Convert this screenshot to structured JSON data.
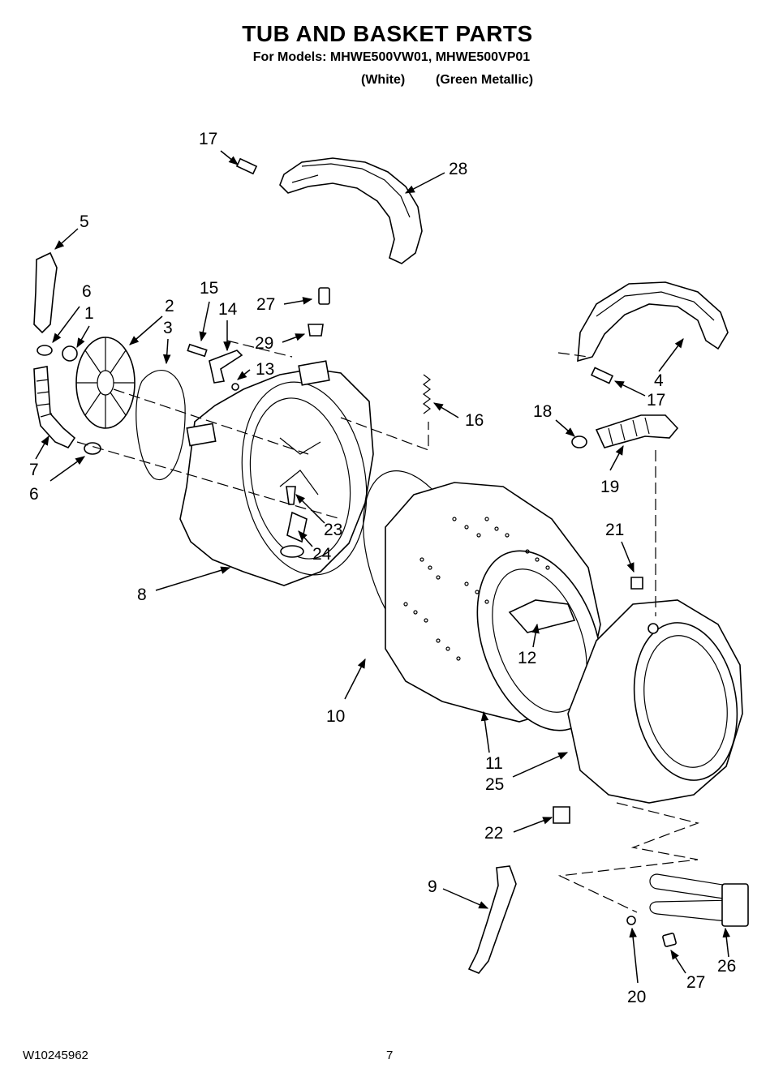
{
  "header": {
    "title": "TUB AND BASKET PARTS",
    "models_line": "For Models: MHWE500VW01, MHWE500VP01",
    "variant_1": "(White)",
    "variant_2": "(Green Metallic)"
  },
  "callouts": [
    "17",
    "28",
    "5",
    "6",
    "1",
    "2",
    "3",
    "15",
    "14",
    "27",
    "29",
    "13",
    "16",
    "18",
    "19",
    "4",
    "17",
    "7",
    "6",
    "23",
    "24",
    "8",
    "21",
    "12",
    "10",
    "11",
    "25",
    "22",
    "9",
    "20",
    "27",
    "26"
  ],
  "footer": {
    "doc_id": "W10245962",
    "page": "7"
  }
}
